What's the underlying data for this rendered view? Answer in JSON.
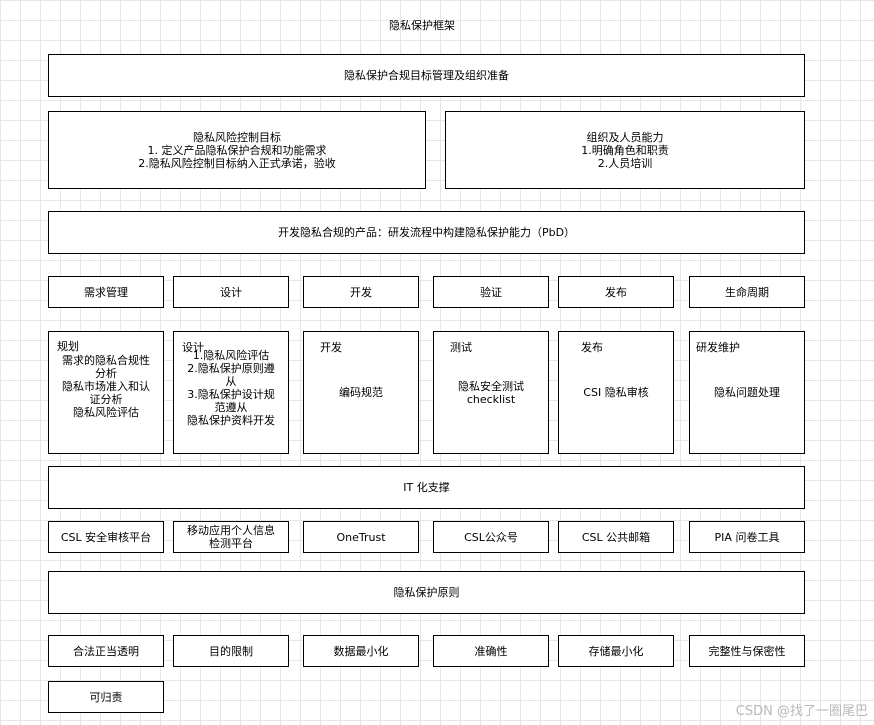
{
  "title": "隐私保护框架",
  "sections": {
    "top": "隐私保护合规目标管理及组织准备",
    "risk": {
      "title": "隐私风险控制目标",
      "lines": [
        "1. 定义产品隐私保护合规和功能需求",
        "2.隐私风险控制目标纳入正式承诺，验收"
      ]
    },
    "org": {
      "title": "组织及人员能力",
      "lines": [
        "1.明确角色和职责",
        "2.人员培训"
      ]
    },
    "dev": "开发隐私合规的产品：研发流程中构建隐私保护能力（PbD）",
    "phases": [
      "需求管理",
      "设计",
      "开发",
      "验证",
      "发布",
      "生命周期"
    ],
    "details": {
      "req": {
        "header": "规划",
        "lines": [
          "需求的隐私合规性",
          "分析",
          "隐私市场准入和认",
          "证分析",
          "隐私风险评估"
        ]
      },
      "design": {
        "header": "设计",
        "lines": [
          "1.隐私风险评估",
          "2.隐私保护原则遵",
          "从",
          "3.隐私保护设计规",
          "范遵从",
          "隐私保护资料开发"
        ]
      },
      "dev": {
        "header": "开发",
        "lines": [
          "编码规范"
        ]
      },
      "verify": {
        "header": "测试",
        "lines": [
          "隐私安全测试",
          "checklist"
        ]
      },
      "release": {
        "header": "发布",
        "lines": [
          "CSI 隐私审核"
        ]
      },
      "life": {
        "header": "研发维护",
        "lines": [
          "隐私问题处理"
        ]
      }
    },
    "it": "IT 化支撑",
    "tools": [
      "CSL 安全审核平台",
      "移动应用个人信息检测平台",
      "OneTrust",
      "CSL公众号",
      "CSL 公共邮箱",
      "PIA 问卷工具"
    ],
    "principles_title": "隐私保护原则",
    "principles": [
      "合法正当透明",
      "目的限制",
      "数据最小化",
      "准确性",
      "存储最小化",
      "完整性与保密性",
      "可归责"
    ]
  },
  "watermark": "CSDN @找了一圈尾巴"
}
